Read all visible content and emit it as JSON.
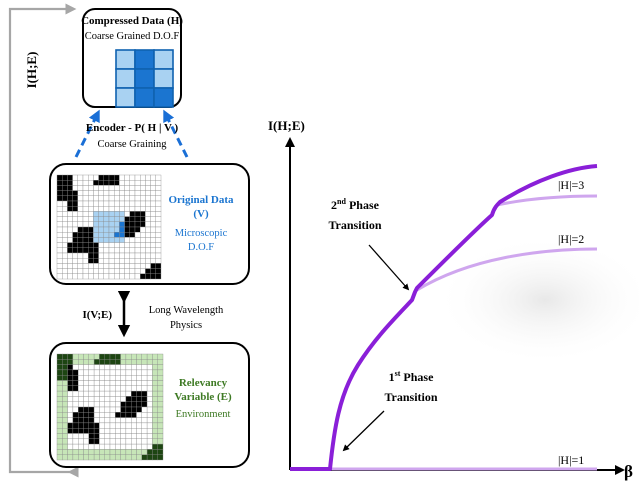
{
  "colors": {
    "frame": "#000000",
    "blue": "#1b75d0",
    "blue_light": "#a9d2f2",
    "blue_dark": "#0f62b0",
    "green": "#3e7a24",
    "green_light": "#c7e6b8",
    "green_dark": "#1d4512",
    "purple": "#8a1fd8",
    "purple_light": "#cfa6ee",
    "gray_arrow": "#a6a6a6",
    "dashed_arrow": "#1a6fd6"
  },
  "left_axis_label": "I(H;E)",
  "compressed": {
    "title": "Compressed Data (H)",
    "subtitle": "Coarse Grained D.O.F"
  },
  "encoder": {
    "label": "Encoder - P( H | V )",
    "sublabel": "Coarse Graining"
  },
  "original": {
    "title": "Original Data",
    "title_var": "(V)",
    "sub1": "Microscopic",
    "sub2": "D.O.F"
  },
  "middle": {
    "label": "I(V;E)",
    "desc1": "Long Wavelength",
    "desc2": "Physics"
  },
  "relevancy": {
    "title1": "Relevancy",
    "title2": "Variable (E)",
    "sub": "Environment"
  },
  "chart_data": {
    "type": "line",
    "ylabel": "I(H;E)",
    "xlabel": "β",
    "series": [
      {
        "name": "|H|=1",
        "role": "baseline"
      },
      {
        "name": "|H|=2",
        "role": "branch"
      },
      {
        "name": "|H|=3",
        "role": "branch"
      }
    ],
    "annotations": [
      {
        "prefix": "2",
        "sup": "nd",
        "suffix": " Phase",
        "line2": "Transition"
      },
      {
        "prefix": "1",
        "sup": "st",
        "suffix": " Phase",
        "line2": "Transition"
      }
    ]
  }
}
